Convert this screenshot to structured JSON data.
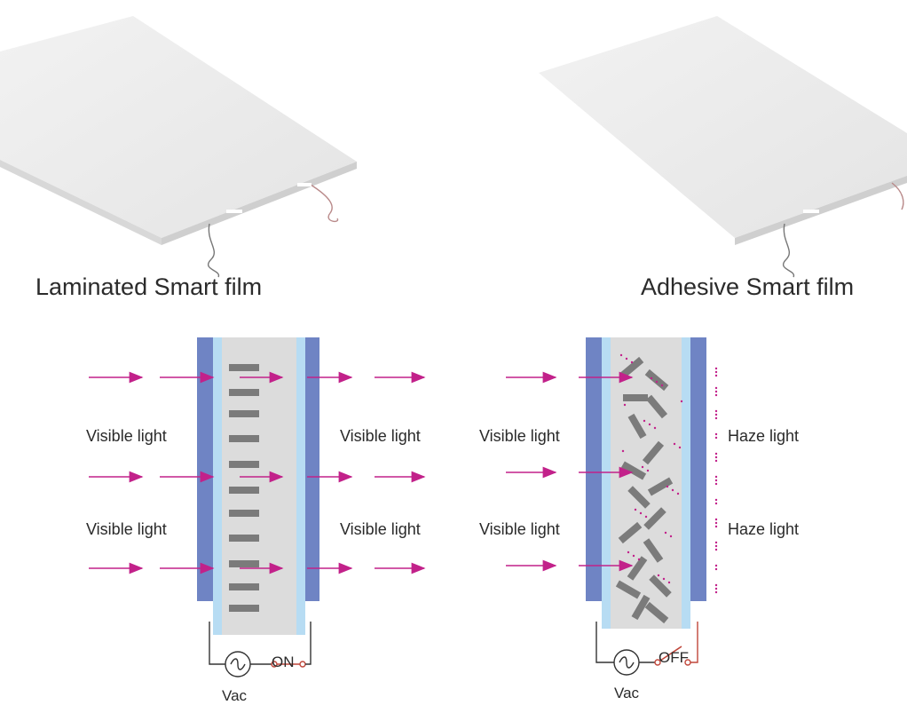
{
  "products": [
    {
      "caption": "Laminated Smart film"
    },
    {
      "caption": "Adhesive Smart film"
    }
  ],
  "diagrams": [
    {
      "state": "ON",
      "left_labels": [
        "Visible light",
        "Visible light"
      ],
      "right_labels": [
        "Visible light",
        "Visible light"
      ],
      "source_label": "Vac"
    },
    {
      "state": "OFF",
      "left_labels": [
        "Visible light",
        "Visible light"
      ],
      "right_labels": [
        "Haze light",
        "Haze light"
      ],
      "source_label": "Vac"
    }
  ],
  "colors": {
    "outer_glass": "#6f84c4",
    "conductive_layer": "#b7dcf3",
    "liquid_crystal": "#dcdcdc",
    "molecule": "#7b7b7b",
    "arrow": "#c2218a",
    "wire": "#333333",
    "switch": "#c0463a"
  }
}
